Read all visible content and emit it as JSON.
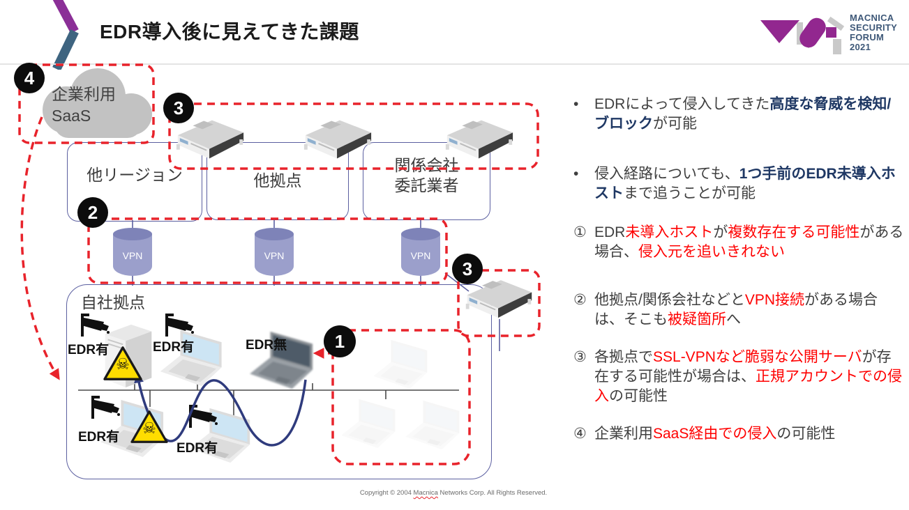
{
  "header": {
    "title": "EDR導入後に見えてきた課題",
    "logo_lines": [
      "MACNICA",
      "SECURITY",
      "FORUM",
      "2021"
    ]
  },
  "diagram": {
    "badges": {
      "n1": "1",
      "n2": "2",
      "n3": "3",
      "n4": "4"
    },
    "cloud": {
      "line1": "企業利用",
      "line2": "SaaS"
    },
    "regions": {
      "r1": "他リージョン",
      "r2": "他拠点",
      "r3a": "関係会社",
      "r3b": "委託業者"
    },
    "vpn_label": "VPN",
    "own_site_label": "自社拠点",
    "edr_yes": "EDR有",
    "edr_no": "EDR無",
    "skull_glyph": "☠"
  },
  "panel": {
    "bullet_glyph": "•",
    "bullets": [
      {
        "pre": "EDRによって侵入してきた",
        "em": "高度な脅威を検知/ブロック",
        "post": "が可能"
      },
      {
        "pre": "侵入経路についても、",
        "em": "1つ手前のEDR未導入ホスト",
        "post": "まで追うことが可能"
      }
    ],
    "numbered": [
      {
        "marker": "①",
        "s1": "EDR",
        "r1": "未導入ホスト",
        "s2": "が",
        "r2": "複数存在する可能性",
        "s3": "がある場合、",
        "r3": "侵入元を追いきれない",
        "s4": ""
      },
      {
        "marker": "②",
        "s1": "他拠点/関係会社などと",
        "r1": "VPN接続",
        "s2": "がある場合は、そこも",
        "r2": "被疑箇所",
        "s3": "へ",
        "r3": "",
        "s4": ""
      },
      {
        "marker": "③",
        "s1": "各拠点で",
        "r1": "SSL-VPNなど脆弱な公開サーバ",
        "s2": "が存在する可能性が場合は、",
        "r2": "正規アカウントでの侵入",
        "s3": "の可能性",
        "r3": "",
        "s4": ""
      },
      {
        "marker": "④",
        "s1": "企業利用",
        "r1": "SaaS経由での侵入",
        "s2": "の可能性",
        "r2": "",
        "s3": "",
        "r3": "",
        "s4": ""
      }
    ]
  },
  "footer": {
    "copyright_pre": "Copyright © 2004 ",
    "copyright_name": "Macnica",
    "copyright_post": " Networks Corp. All Rights Reserved."
  },
  "colors": {
    "accent_red": "#FF0000",
    "accent_navy": "#1F3864",
    "dashed_red": "#E8232B",
    "brand_purple": "#92278F",
    "chevron_steel": "#3E6480"
  }
}
